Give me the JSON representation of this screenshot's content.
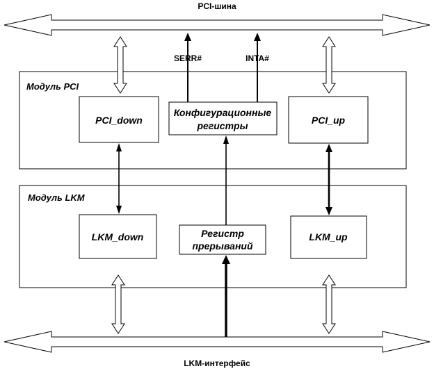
{
  "buses": {
    "top_label": "PCI-шина",
    "bottom_label": "LKM-интерфейс"
  },
  "modules": {
    "pci": {
      "title": "Модуль PCI",
      "blocks": {
        "down": "PCI_down",
        "config_line1": "Конфигурационные",
        "config_line2": "регистры",
        "up": "PCI_up"
      }
    },
    "lkm": {
      "title": "Модуль LKM",
      "blocks": {
        "down": "LKM_down",
        "irq_line1": "Регистр",
        "irq_line2": "прерываний",
        "up": "LKM_up"
      }
    }
  },
  "signals": {
    "serr": "SERR#",
    "inta": "INTA#"
  }
}
